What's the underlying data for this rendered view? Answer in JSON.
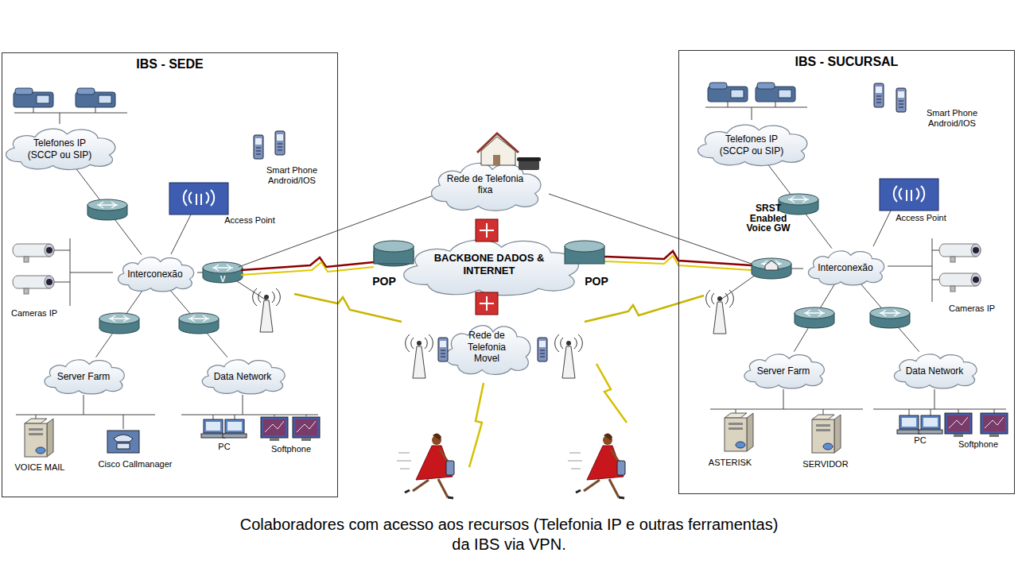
{
  "diagram": {
    "caption": "Colaboradores com acesso aos recursos (Telefonia IP e outras ferramentas) da IBS via VPN.",
    "nodes": [
      {
        "text": [
          "IBS - SEDE"
        ]
      },
      {
        "text": [
          "Telefones IP (SCCP ou SIP)"
        ],
        "in": 0
      },
      {
        "text": [
          "Interconexão"
        ],
        "in": 0
      },
      {
        "text": [
          "Server Farm"
        ],
        "in": 0
      },
      {
        "text": [
          "Data Network"
        ],
        "in": 0
      },
      {
        "text": [
          "IBS - SUCURSAL"
        ]
      },
      {
        "text": [
          "Telefones IP (SCCP ou SIP)"
        ],
        "in": 5
      },
      {
        "text": [
          "Interconexão"
        ],
        "in": 5
      },
      {
        "text": [
          "Server Farm"
        ],
        "in": 5
      },
      {
        "text": [
          "Data Network"
        ],
        "in": 5
      },
      {
        "text": [
          "Rede de Telefonia fixa"
        ]
      },
      {
        "text": [
          "BACKBONE DADOS & INTERNET"
        ]
      },
      {
        "text": [
          "Rede de Telefonia Movel"
        ]
      }
    ],
    "edges": [
      {
        "from": 1,
        "to": 2,
        "arrow": "none"
      },
      {
        "from": 3,
        "to": 2,
        "arrow": "none"
      },
      {
        "from": 4,
        "to": 2,
        "arrow": "none"
      },
      {
        "from": 6,
        "to": 7,
        "arrow": "none"
      },
      {
        "from": 8,
        "to": 7,
        "arrow": "none"
      },
      {
        "from": 9,
        "to": 7,
        "arrow": "none"
      }
    ],
    "labels": [
      "Smart Phone Android/IOS",
      "Access Point",
      "Cameras IP",
      "V",
      "VOICE MAIL",
      "Cisco Callmanager",
      "PC",
      "Softphone",
      "POP",
      "POP",
      "Smart Phone Android/IOS",
      "SRST Enabled Voice GW",
      "Access Point",
      "Cameras IP",
      "ASTERISK",
      "SERVIDOR",
      "PC",
      "Softphone"
    ]
  }
}
